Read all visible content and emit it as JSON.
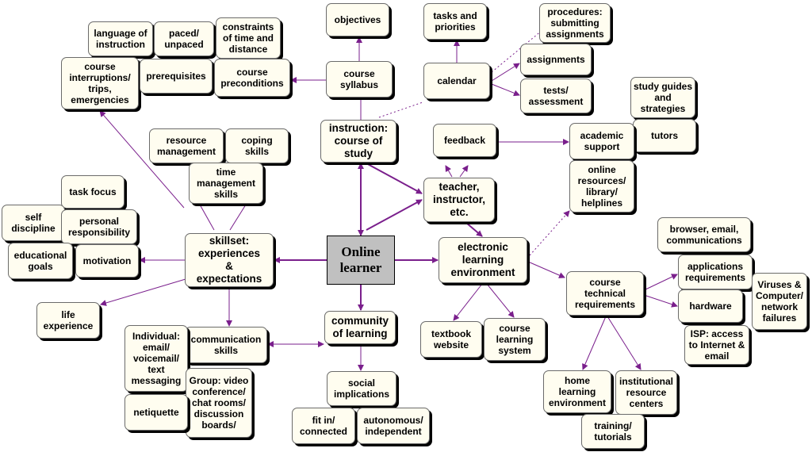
{
  "colors": {
    "edge": "#7a1f8c",
    "node_fill": "#fffdf0",
    "center_fill": "#c0c0c0"
  },
  "nodes": {
    "online_learner": "Online\nlearner",
    "skillset": "skillset:\nexperiences\n&\nexpectations",
    "instruction": "instruction:\ncourse of\nstudy",
    "teacher": "teacher,\ninstructor,\netc.",
    "electronic_env": "electronic\nlearning\nenvironment",
    "community": "community\nof learning",
    "objectives": "objectives",
    "course_syllabus": "course\nsyllabus",
    "tasks_priorities": "tasks and\npriorities",
    "calendar": "calendar",
    "procedures": "procedures:\nsubmitting\nassignments",
    "assignments": "assignments",
    "tests": "tests/\nassessment",
    "language": "language of\ninstruction",
    "paced": "paced/\nunpaced",
    "constraints": "constraints\nof time and\ndistance",
    "interruptions": "course\ninterruptions/\ntrips,\nemergencies",
    "prerequisites": "prerequisites",
    "preconditions": "course\npreconditions",
    "study_guides": "study guides\nand\nstrategies",
    "tutors": "tutors",
    "feedback": "feedback",
    "academic_support": "academic\nsupport",
    "online_resources": "online\nresources/\nlibrary/\nhelplines",
    "resource_mgmt": "resource\nmanagement",
    "coping": "coping skills",
    "time_mgmt": "time\nmanagement\nskills",
    "task_focus": "task focus",
    "self_discipline": "self\ndiscipline",
    "personal_resp": "personal\nresponsibility",
    "edu_goals": "educational\ngoals",
    "motivation": "motivation",
    "life_exp": "life\nexperience",
    "browser": "browser, email,\ncommunications",
    "applications": "applications\nrequirements",
    "viruses": "Viruses &\nComputer/\nnetwork\nfailures",
    "course_tech": "course\ntechnical\nrequirements",
    "hardware": "hardware",
    "isp": "ISP: access\nto Internet &\nemail",
    "textbook": "textbook\nwebsite",
    "cls": "course\nlearning\nsystem",
    "home_env": "home\nlearning\nenvironment",
    "institutional": "institutional\nresource\ncenters",
    "training": "training/\ntutorials",
    "comm_skills": "communication\nskills",
    "individual": "Individual:\nemail/\nvoicemail/\ntext\nmessaging",
    "group": "Group: video\nconference/\nchat rooms/\ndiscussion\nboards/",
    "netiquette": "netiquette",
    "social": "social\nimplications",
    "fit_in": "fit in/\nconnected",
    "autonomous": "autonomous/\nindependent"
  }
}
